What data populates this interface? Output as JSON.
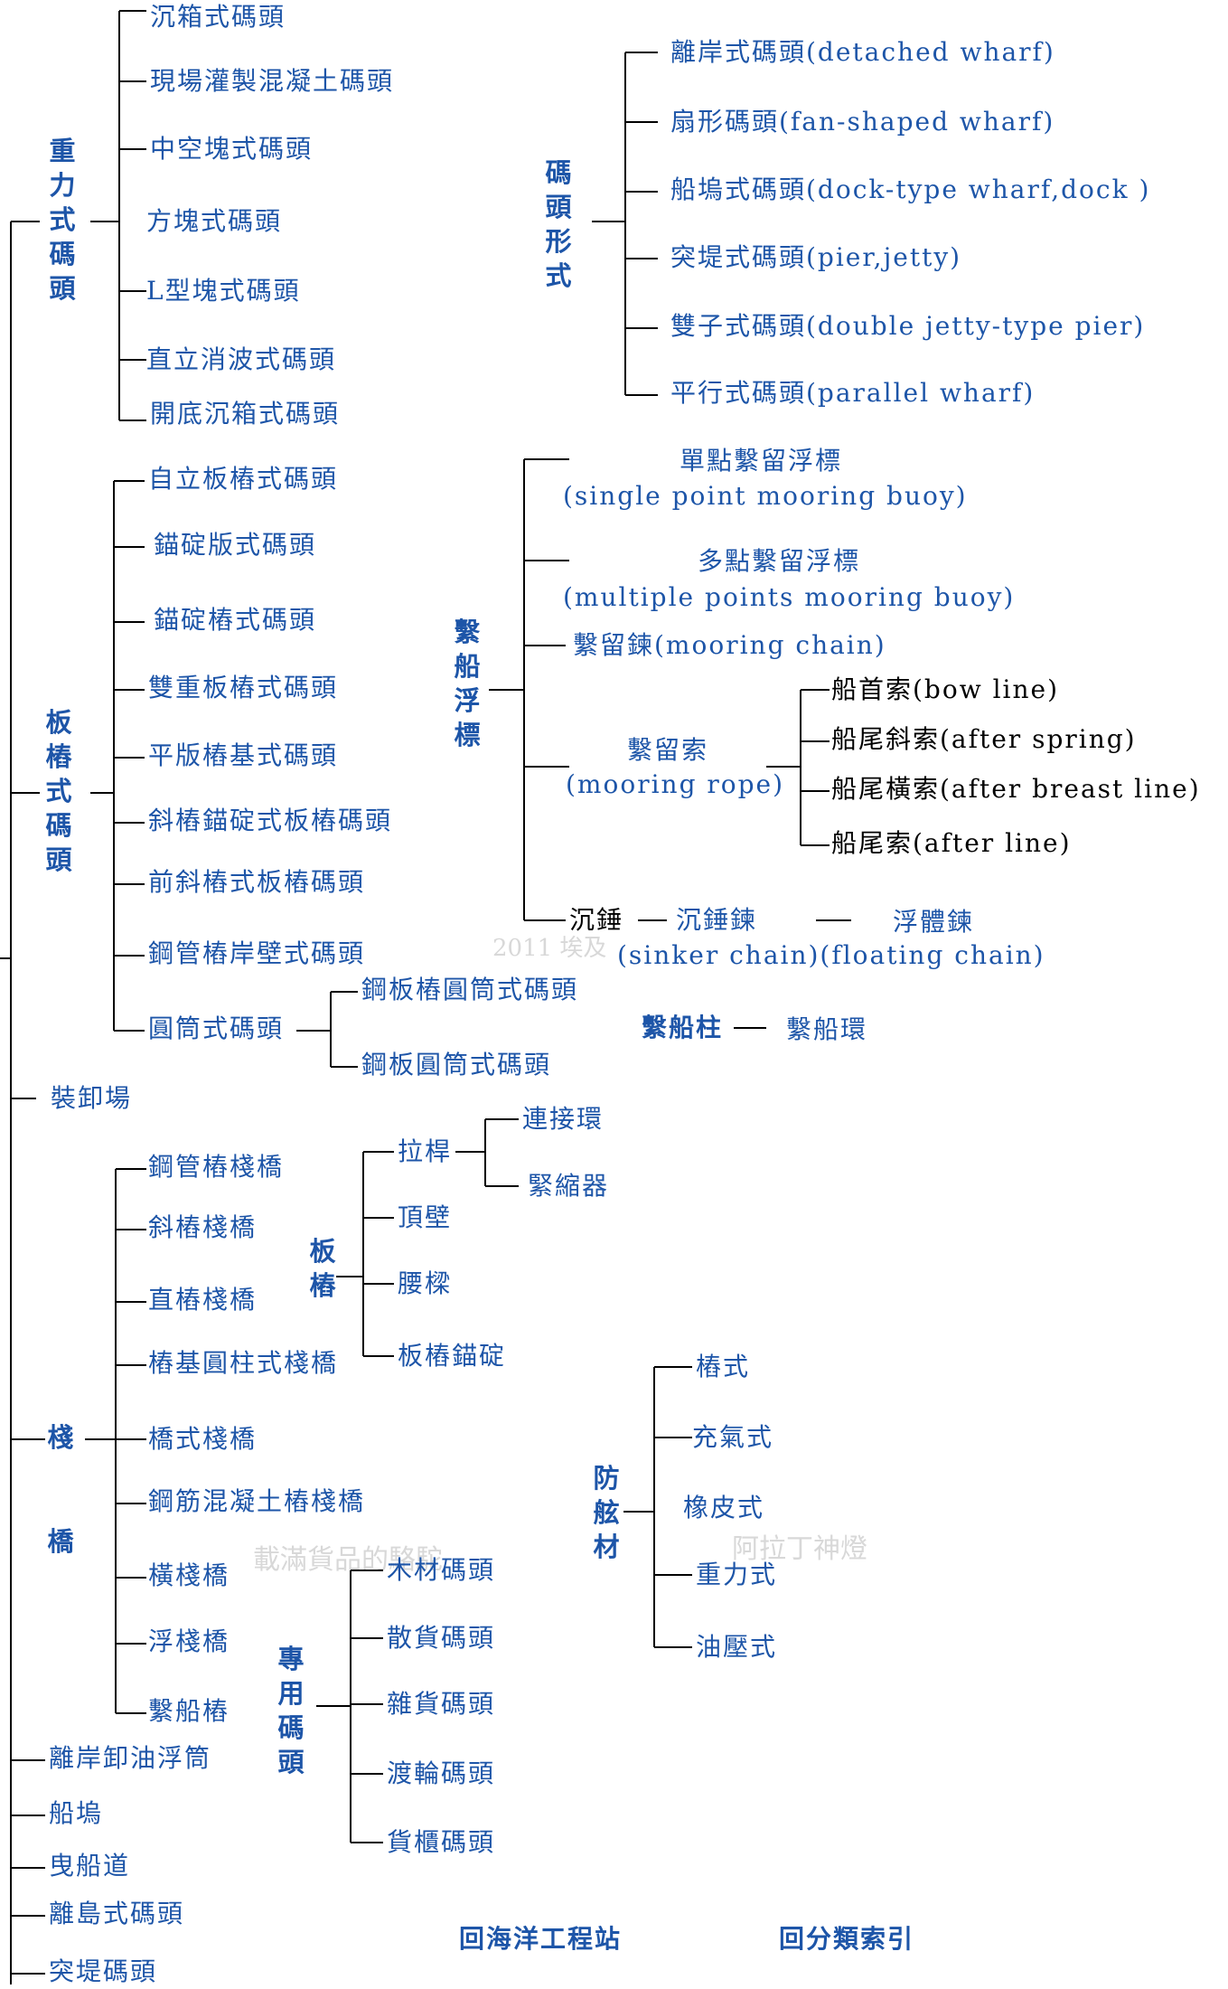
{
  "gravity": {
    "title": "重力式碼頭",
    "items": [
      "沉箱式碼頭",
      "現場灌製混凝土碼頭",
      "中空塊式碼頭",
      "方塊式碼頭",
      "L型塊式碼頭",
      "直立消波式碼頭",
      "開底沉箱式碼頭"
    ]
  },
  "sheet_pile": {
    "title": "板樁式碼頭",
    "items": [
      "自立板樁式碼頭",
      "錨碇版式碼頭",
      "錨碇樁式碼頭",
      "雙重板樁式碼頭",
      "平版樁基式碼頭",
      "斜樁錨碇式板樁碼頭",
      "前斜樁式板樁碼頭",
      "鋼管樁岸壁式碼頭",
      "圓筒式碼頭"
    ],
    "cylinder_items": [
      "鋼板樁圓筒式碼頭",
      "鋼板圓筒式碼頭"
    ]
  },
  "handling_area": "裝卸場",
  "trestle": {
    "title": "棧橋",
    "items": [
      "鋼管樁棧橋",
      "斜樁棧橋",
      "直樁棧橋",
      "樁基圓柱式棧橋",
      "橋式棧橋",
      "鋼筋混凝土樁棧橋",
      "橫棧橋",
      "浮棧橋",
      "繫船樁"
    ]
  },
  "other_items": [
    "離岸卸油浮筒",
    "船塢",
    "曳船道",
    "離島式碼頭",
    "突堤碼頭"
  ],
  "wharf_form": {
    "title": "碼頭形式",
    "items": [
      "離岸式碼頭(detached wharf)",
      "扇形碼頭(fan-shaped wharf)",
      "船塢式碼頭(dock-type wharf,dock )",
      "突堤式碼頭(pier,jetty)",
      "雙子式碼頭(double jetty-type pier)",
      "平行式碼頭(parallel wharf)"
    ]
  },
  "mooring_buoy": {
    "title": "繫船浮標",
    "single_cn": "單點繫留浮標",
    "single_en": "(single point mooring buoy)",
    "multi_cn": "多點繫留浮標",
    "multi_en": "(multiple points mooring buoy)",
    "chain": "繫留鍊(mooring chain)",
    "rope_cn": "繫留索",
    "rope_en": "(mooring rope)",
    "rope_items": [
      "船首索(bow line)",
      "船尾斜索(after spring)",
      "船尾橫索(after breast line)",
      "船尾索(after line)"
    ],
    "sinker_label": "沉錘",
    "sinker_chain": "沉錘鍊",
    "float_chain": "浮體鍊",
    "chains_en": "(sinker chain)(floating chain)"
  },
  "bollard": {
    "title": "繫船柱",
    "item": "繫船環"
  },
  "sheet_pile_parts": {
    "title": "板樁",
    "items": [
      "拉桿",
      "頂壁",
      "腰樑",
      "板樁錨碇"
    ],
    "tie_rod_items": [
      "連接環",
      "緊縮器"
    ]
  },
  "fender": {
    "title": "防舷材",
    "items": [
      "樁式",
      "充氣式",
      "橡皮式",
      "重力式",
      "油壓式"
    ]
  },
  "dedicated": {
    "title": "專用碼頭",
    "items": [
      "木材碼頭",
      "散貨碼頭",
      "雜貨碼頭",
      "渡輪碼頭",
      "貨櫃碼頭"
    ]
  },
  "watermarks": [
    "2011 埃及",
    "載滿貨品的駱駝",
    "阿拉丁神燈"
  ],
  "links": {
    "ocean": "回海洋工程站",
    "index": "回分類索引"
  },
  "colors": {
    "accent": "#1d55a8",
    "line": "#000000"
  }
}
